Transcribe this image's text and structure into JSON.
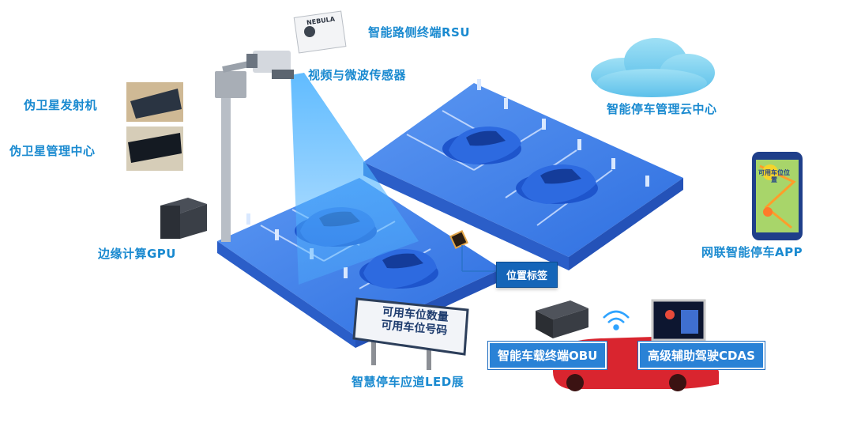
{
  "labels": {
    "rsu": "智能路侧终端RSU",
    "sensor": "视频与微波传感器",
    "pseudo_sat_tx": "伪卫星发射机",
    "pseudo_sat_mgmt": "伪卫星管理中心",
    "cloud": "智能停车管理云中心",
    "edge_gpu": "边缘计算GPU",
    "app": "网联智能停车APP",
    "position_tag": "位置标签",
    "obu": "智能车载终端OBU",
    "cdas": "高级辅助驾驶CDAS",
    "led_screen": "智慧停车应道LED展",
    "sign_line1": "可用车位数量",
    "sign_line2": "可用车位号码",
    "rsu_brand": "NEBULA",
    "app_screen_text": "可用车位位置"
  },
  "colors": {
    "accent": "#1a8ad0",
    "platform": "#3a7ee8",
    "platform_edge": "#2a62c4",
    "beam": "#3fa0f0",
    "car_red": "#d9252f"
  }
}
